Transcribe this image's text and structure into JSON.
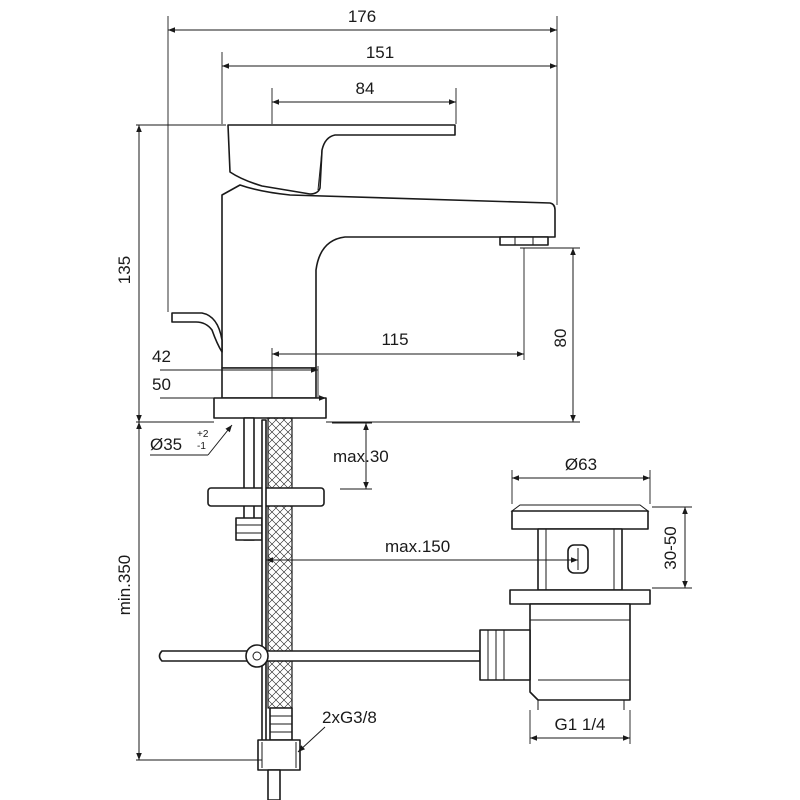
{
  "dimensions": {
    "overall_width": "176",
    "body_width": "151",
    "lever_length": "84",
    "height": "135",
    "spout_reach": "115",
    "spout_height": "80",
    "base_inner": "42",
    "base_outer": "50",
    "hole_diameter": "Ø35",
    "hole_tol_plus": "+2",
    "hole_tol_minus": "-1",
    "deck_thickness": "max.30",
    "hose_length": "max.150",
    "min_length": "min.350",
    "connection": "2xG3/8",
    "waste_diameter": "Ø63",
    "waste_height": "30-50",
    "waste_thread": "G1 1/4"
  }
}
